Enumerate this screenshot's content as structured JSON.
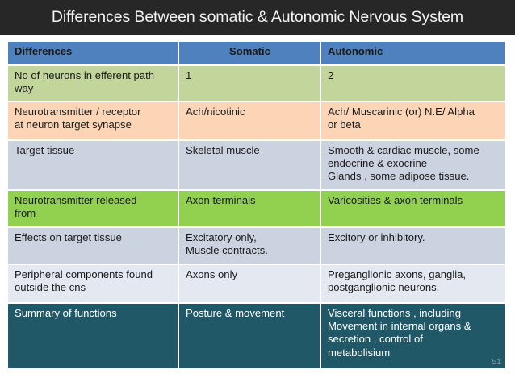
{
  "slide": {
    "title": "Differences Between somatic & Autonomic Nervous System",
    "number": "51",
    "title_bar_color": "#272727",
    "header_color": "#4e81bd"
  },
  "table": {
    "headers": [
      {
        "label": "Differences",
        "align": "left"
      },
      {
        "label": "Somatic",
        "align": "center"
      },
      {
        "label": "Autonomic",
        "align": "left"
      }
    ],
    "rows": [
      {
        "style": "r-green1",
        "bg": "#c2d69b",
        "cells": [
          {
            "lines": [
              "No of neurons in efferent path",
              "way"
            ]
          },
          {
            "lines": [
              "1"
            ]
          },
          {
            "lines": [
              "2"
            ]
          }
        ]
      },
      {
        "style": "r-peach",
        "bg": "#fbd5b5",
        "cells": [
          {
            "lines": [
              "Neurotransmitter / receptor",
              "at neuron target synapse"
            ]
          },
          {
            "lines": [
              "Ach/nicotinic"
            ]
          },
          {
            "lines": [
              "Ach/ Muscarinic (or) N.E/ Alpha",
              "or beta"
            ]
          }
        ]
      },
      {
        "style": "r-blue1",
        "bg": "#ccd3e0",
        "cells": [
          {
            "lines": [
              "Target tissue"
            ]
          },
          {
            "lines": [
              "Skeletal muscle"
            ]
          },
          {
            "lines": [
              "Smooth & cardiac muscle, some",
              "endocrine & exocrine",
              "Glands , some adipose tissue."
            ]
          }
        ]
      },
      {
        "style": "r-green2",
        "bg": "#92d050",
        "cells": [
          {
            "lines": [
              "Neurotransmitter released",
              "from"
            ]
          },
          {
            "lines": [
              "Axon terminals"
            ]
          },
          {
            "lines": [
              "Varicosities & axon terminals"
            ]
          }
        ]
      },
      {
        "style": "r-blue2",
        "bg": "#ccd3e0",
        "cells": [
          {
            "lines": [
              "Effects on target tissue"
            ]
          },
          {
            "lines": [
              "Excitatory only,",
              "Muscle contracts."
            ]
          },
          {
            "lines": [
              "Excitory or inhibitory."
            ]
          }
        ]
      },
      {
        "style": "r-blue3",
        "bg": "#e4e8f0",
        "cells": [
          {
            "lines": [
              "Peripheral components found",
              "outside the cns"
            ]
          },
          {
            "lines": [
              "Axons only"
            ]
          },
          {
            "lines": [
              "Preganglionic  axons, ganglia,",
              "postganglionic neurons."
            ]
          }
        ]
      },
      {
        "style": "r-teal",
        "bg": "#205867",
        "cells": [
          {
            "lines": [
              "Summary of functions"
            ]
          },
          {
            "lines": [
              "Posture & movement"
            ]
          },
          {
            "lines": [
              "Visceral functions , including",
              "Movement in internal organs &",
              "secretion , control of",
              "metabolisium"
            ]
          }
        ]
      }
    ]
  }
}
